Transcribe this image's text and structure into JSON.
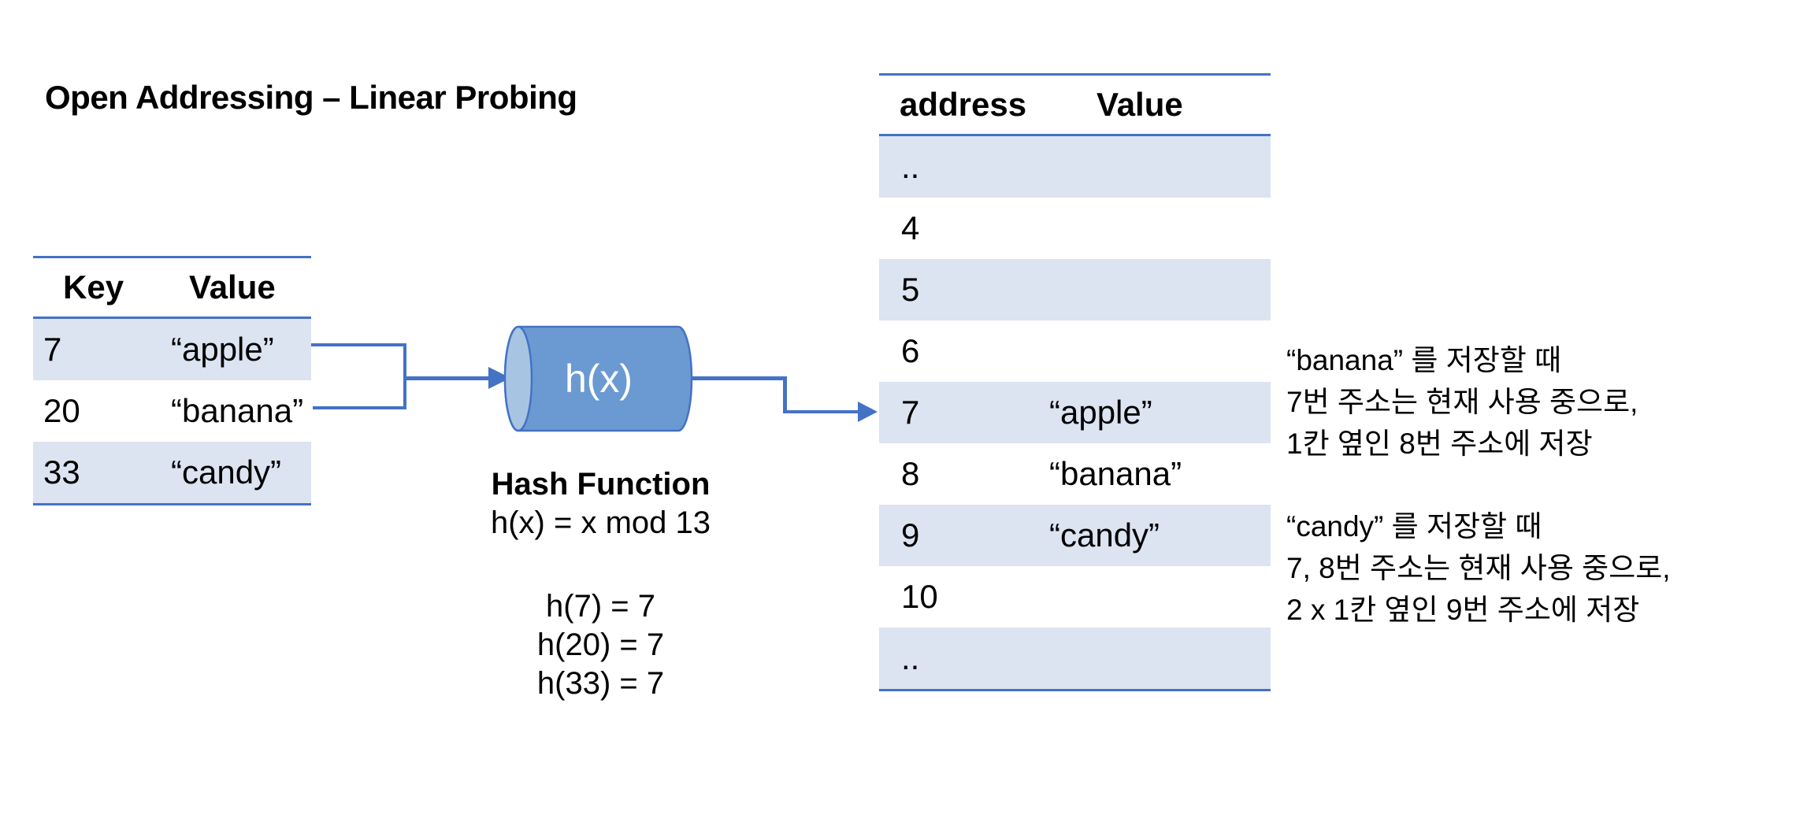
{
  "title": "Open Addressing – Linear Probing",
  "key_table": {
    "headers": [
      "Key",
      "Value"
    ],
    "rows": [
      [
        "7",
        "“apple”"
      ],
      [
        "20",
        "“banana”"
      ],
      [
        "33",
        "“candy”"
      ]
    ]
  },
  "hash": {
    "cylinder_label": "h(x)",
    "name": "Hash Function",
    "formula": "h(x) = x mod 13",
    "examples": [
      "h(7) = 7",
      "h(20) = 7",
      "h(33) = 7"
    ]
  },
  "address_table": {
    "headers": [
      "address",
      "Value"
    ],
    "rows": [
      {
        "address": "..",
        "value": ""
      },
      {
        "address": "4",
        "value": ""
      },
      {
        "address": "5",
        "value": ""
      },
      {
        "address": "6",
        "value": ""
      },
      {
        "address": "7",
        "value": "“apple”"
      },
      {
        "address": "8",
        "value": "“banana”"
      },
      {
        "address": "9",
        "value": "“candy”"
      },
      {
        "address": "10",
        "value": ""
      },
      {
        "address": "..",
        "value": ""
      }
    ]
  },
  "notes": [
    {
      "lines": [
        "“banana” 를 저장할 때",
        "7번 주소는 현재 사용 중으로,",
        "1칸 옆인 8번 주소에 저장"
      ]
    },
    {
      "lines": [
        "“candy” 를 저장할 때",
        "7, 8번 주소는 현재 사용 중으로,",
        "2 x 1칸 옆인 9번 주소에 저장"
      ]
    }
  ],
  "colors": {
    "accent": "#4472C4",
    "row_shade": "#DCE3F1",
    "cylinder_body": "#6B9AD2",
    "cylinder_face": "#A8C4E3",
    "cylinder_label_text": "#FFFFFF",
    "text": "#000000",
    "background": "#FFFFFF"
  }
}
